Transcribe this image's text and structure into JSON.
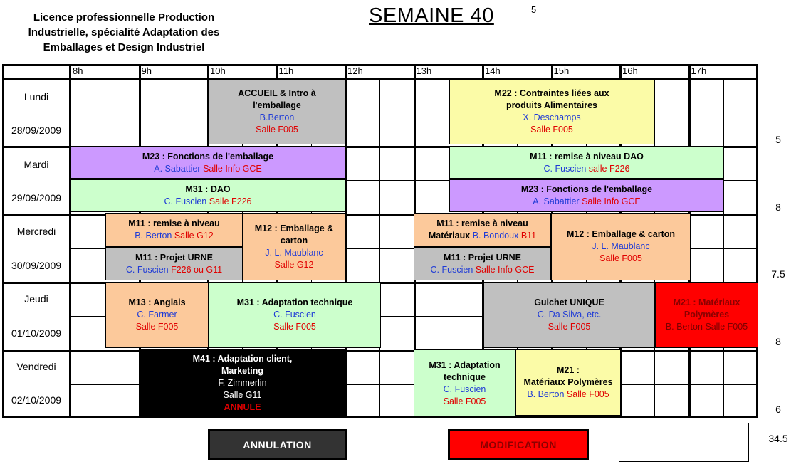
{
  "header": {
    "title_lines": [
      "Licence professionnelle Production",
      "Industrielle, spécialité Adaptation des",
      "Emballages et Design Industriel"
    ],
    "semaine": "SEMAINE 40",
    "top_number": "5"
  },
  "hours": [
    "8h",
    "9h",
    "10h",
    "11h",
    "12h",
    "13h",
    "14h",
    "15h",
    "16h",
    "17h"
  ],
  "days": [
    {
      "name": "Lundi",
      "date": "28/09/2009"
    },
    {
      "name": "Mardi",
      "date": "29/09/2009"
    },
    {
      "name": "Mercredi",
      "date": "30/09/2009"
    },
    {
      "name": "Jeudi",
      "date": "01/10/2009"
    },
    {
      "name": "Vendredi",
      "date": "02/10/2009"
    }
  ],
  "side_numbers": [
    "5",
    "8",
    "7.5",
    "8",
    "6",
    "34.5"
  ],
  "blocks": {
    "lun_accueil": {
      "l1": "ACCUEIL & Intro à",
      "l2": "l'emballage",
      "l3": "B.Berton",
      "l4": "Salle F005"
    },
    "lun_m22": {
      "l1": "M22 : Contraintes liées aux",
      "l2": "produits Alimentaires",
      "l3": "X. Deschamps",
      "l4": "Salle F005"
    },
    "mar_m23a": {
      "l1": "M23 : Fonctions de l'emballage",
      "l2": "A. Sabattier",
      "l3": "Salle  Info GCE"
    },
    "mar_m11": {
      "l1": "M11 : remise à niveau DAO",
      "l2": "C. Fuscien",
      "l3": "salle F226"
    },
    "mar_m31": {
      "l1": "M31 : DAO",
      "l2": "C. Fuscien",
      "l3": "Salle F226"
    },
    "mar_m23b": {
      "l1": "M23 : Fonctions de l'emballage",
      "l2": "A. Sabattier",
      "l3": "Salle  Info GCE"
    },
    "mer_m11a": {
      "l1": "M11 : remise à niveau",
      "l2": "B. Berton",
      "l3": "Salle G12"
    },
    "mer_m12a": {
      "l1": "M12 : Emballage &",
      "l2": "carton",
      "l3": "J. L. Maublanc",
      "l4": "Salle G12"
    },
    "mer_m11b": {
      "l1": "M11 :  remise à niveau",
      "l2": "Matériaux",
      "l3": "B. Bondoux",
      "l4": "B11"
    },
    "mer_m12b": {
      "l1": "M12 : Emballage & carton",
      "l2": "J. L. Maublanc",
      "l3": "Salle F005"
    },
    "mer_urne1": {
      "l1": "M11 : Projet URNE",
      "l2": "C. Fuscien",
      "l3": "F226 ou G11"
    },
    "mer_urne2": {
      "l1": "M11 : Projet URNE",
      "l2": "C. Fuscien",
      "l3": "Salle Info GCE"
    },
    "jeu_m13": {
      "l1": "M13 : Anglais",
      "l2": "C. Farmer",
      "l3": "Salle F005"
    },
    "jeu_m31": {
      "l1": "M31 : Adaptation technique",
      "l2": "C. Fuscien",
      "l3": "Salle F005"
    },
    "jeu_guichet": {
      "l1": "Guichet UNIQUE",
      "l2": "C. Da Silva, etc.",
      "l3": "Salle F005"
    },
    "jeu_m21": {
      "l1": "M21 : Matériaux",
      "l2": "Polymères",
      "l3": "B. Berton Salle F005"
    },
    "ven_m41": {
      "l1": "M41 : Adaptation client,",
      "l2": "Marketing",
      "l3": "F. Zimmerlin",
      "l4": "Salle G11",
      "l5": "ANNULE"
    },
    "ven_m31": {
      "l1": "M31 : Adaptation",
      "l2": "technique",
      "l3": "C. Fuscien",
      "l4": "Salle F005"
    },
    "ven_m21": {
      "l1": "M21 :",
      "l2": "Matériaux Polymères",
      "l3": "B. Berton",
      "l4": "Salle F005"
    }
  },
  "legend": {
    "annulation": "ANNULATION",
    "modification": "MODIFICATION"
  },
  "colors": {
    "grey": "#c0c0c0",
    "yellow": "#fbfba7",
    "green": "#ccffcc",
    "purple": "#cc99ff",
    "peach": "#fcc99b",
    "red": "#ff0000",
    "black": "#000000",
    "darkgrey": "#333333"
  }
}
